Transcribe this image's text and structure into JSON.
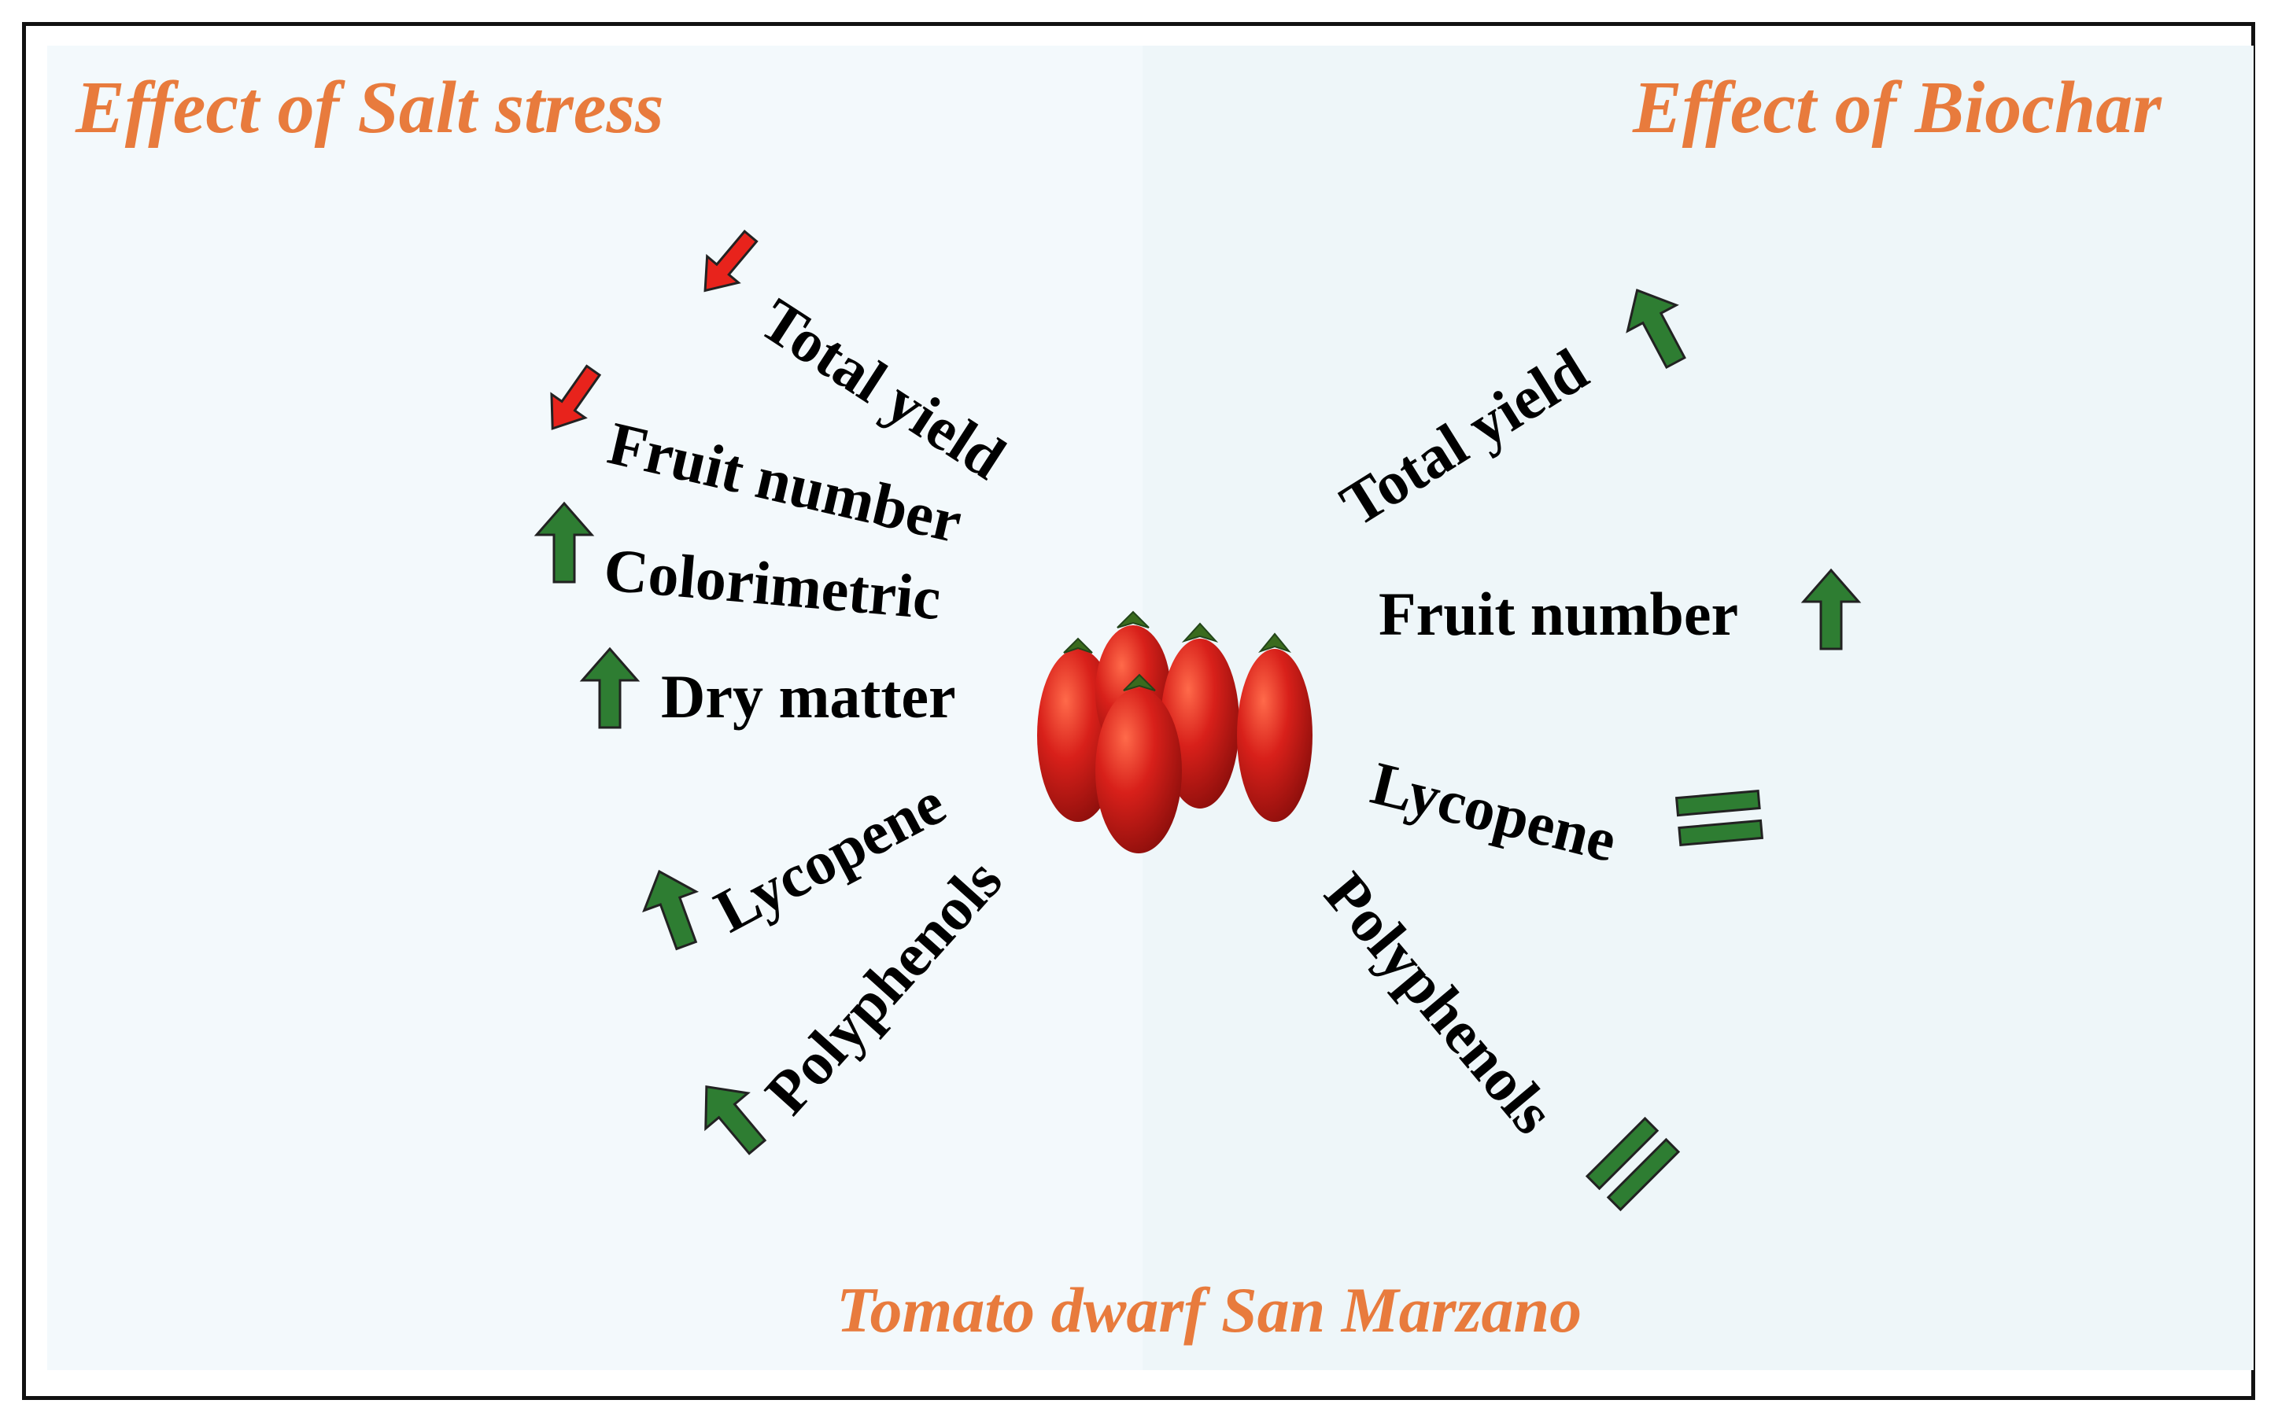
{
  "left_title": "Effect of Salt stress",
  "right_title": "Effect of Biochar",
  "bottom_title": "Tomato dwarf San Marzano",
  "salt_effects": [
    {
      "label": "Total yield",
      "effect": "decrease",
      "arrow_color": "#e8231c"
    },
    {
      "label": "Fruit number",
      "effect": "decrease",
      "arrow_color": "#e8231c"
    },
    {
      "label": "Colorimetric",
      "effect": "increase",
      "arrow_color": "#2e7d32"
    },
    {
      "label": "Dry matter",
      "effect": "increase",
      "arrow_color": "#2e7d32"
    },
    {
      "label": "Lycopene",
      "effect": "increase",
      "arrow_color": "#2e7d32"
    },
    {
      "label": "Polyphenols",
      "effect": "increase",
      "arrow_color": "#2e7d32"
    }
  ],
  "biochar_effects": [
    {
      "label": "Total yield",
      "effect": "increase",
      "arrow_color": "#2e7d32"
    },
    {
      "label": "Fruit number",
      "effect": "increase",
      "arrow_color": "#2e7d32"
    },
    {
      "label": "Lycopene",
      "effect": "no-change",
      "arrow_color": "#2e7d32"
    },
    {
      "label": "Polyphenols",
      "effect": "no-change",
      "arrow_color": "#2e7d32"
    }
  ],
  "icons": {
    "increase": "up-arrow-icon",
    "decrease": "down-arrow-icon",
    "no-change": "equals-icon",
    "center": "tomato-cluster-icon"
  }
}
